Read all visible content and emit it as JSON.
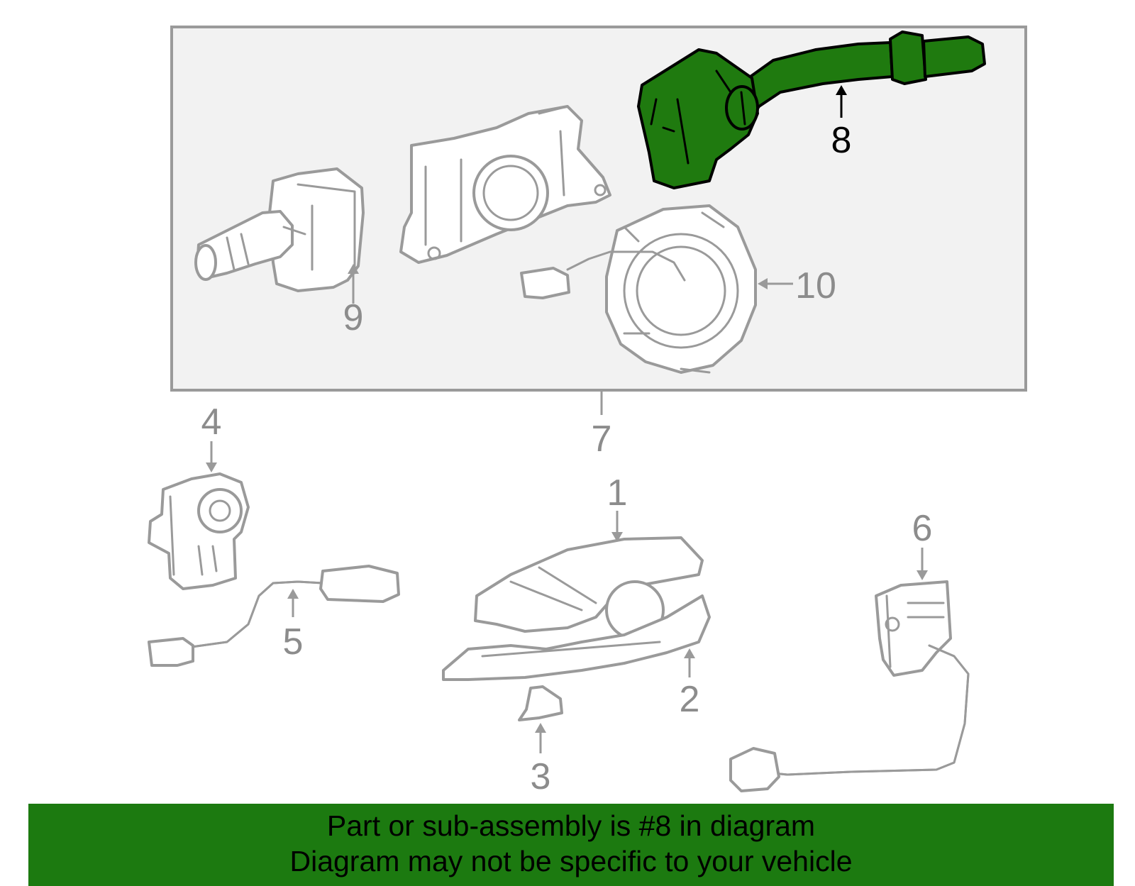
{
  "callouts": {
    "c1": "1",
    "c2": "2",
    "c3": "3",
    "c4": "4",
    "c5": "5",
    "c6": "6",
    "c7": "7",
    "c8": "8",
    "c9": "9",
    "c10": "10"
  },
  "highlighted_part": "8",
  "colors": {
    "highlight": "#1f7a0f",
    "banner": "#1c7a10",
    "outline": "#9a9a9a",
    "panel": "#f2f2f2"
  },
  "banner": {
    "line1": "Part or sub-assembly is #8 in diagram",
    "line2": "Diagram may not be specific to your vehicle"
  }
}
